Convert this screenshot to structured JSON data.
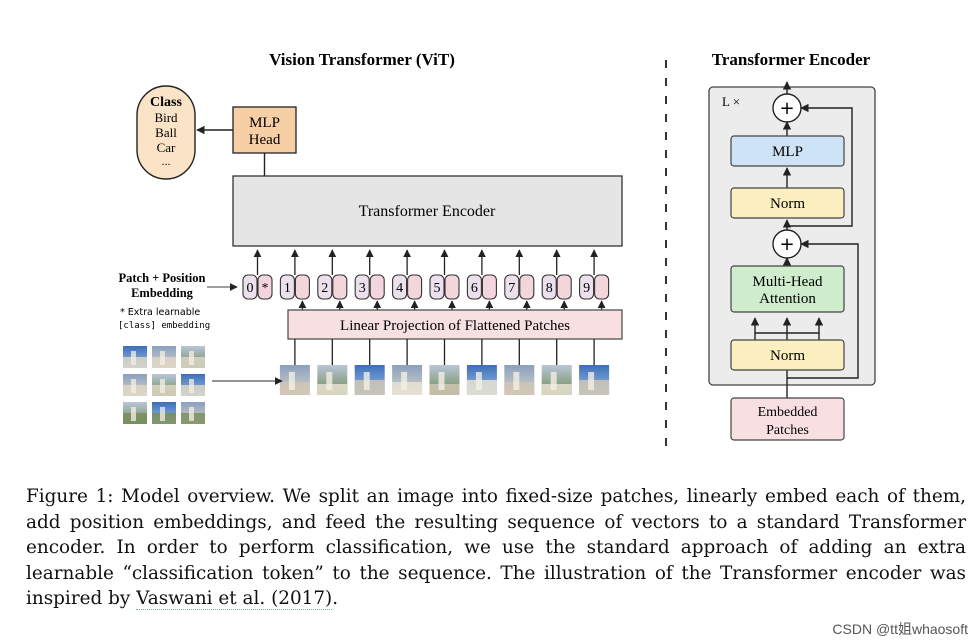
{
  "vit": {
    "title": "Vision Transformer (ViT)",
    "class_box": {
      "title": "Class",
      "items": [
        "Bird",
        "Ball",
        "Car",
        "..."
      ]
    },
    "mlp_head": [
      "MLP",
      "Head"
    ],
    "encoder_label": "Transformer Encoder",
    "embed_label": [
      "Patch + Position",
      "Embedding"
    ],
    "extra_note": [
      "* Extra learnable",
      "[class] embedding"
    ],
    "tokens": [
      {
        "num": "0",
        "extra": "*"
      },
      {
        "num": "1",
        "extra": ""
      },
      {
        "num": "2",
        "extra": ""
      },
      {
        "num": "3",
        "extra": ""
      },
      {
        "num": "4",
        "extra": ""
      },
      {
        "num": "5",
        "extra": ""
      },
      {
        "num": "6",
        "extra": ""
      },
      {
        "num": "7",
        "extra": ""
      },
      {
        "num": "8",
        "extra": ""
      },
      {
        "num": "9",
        "extra": ""
      }
    ],
    "linear_projection": "Linear Projection of Flattened Patches"
  },
  "encoder_detail": {
    "title": "Transformer Encoder",
    "repeat": "L ×",
    "plus": "+",
    "mlp": "MLP",
    "norm_top": "Norm",
    "mha": [
      "Multi-Head",
      "Attention"
    ],
    "norm_bottom": "Norm",
    "embedded": [
      "Embedded",
      "Patches"
    ]
  },
  "caption": {
    "text": "Figure 1: Model overview. We split an image into fixed-size patches, linearly embed each of them, add position embeddings, and feed the resulting sequence of vectors to a standard Transformer encoder. In order to perform classification, we use the standard approach of adding an extra learnable “classification token” to the sequence. The illustration of the Transformer encoder was inspired by",
    "citation": "Vaswani et al. (2017)",
    "end": "."
  },
  "watermark": "CSDN @tt姐whaosoft",
  "colors": {
    "class_fill": "#fbe3c8",
    "mlp_head_fill": "#f7cfa5",
    "encoder_fill": "#e5e5e5",
    "token_fill": "#ece0ec",
    "projection_fill": "#f8dfe2",
    "mlp_fill": "#cfe3f7",
    "norm_fill": "#fbefbf",
    "mha_fill": "#cfeccd",
    "embedded_fill": "#f8dfe2",
    "encoder_panel_fill": "#ececec"
  }
}
